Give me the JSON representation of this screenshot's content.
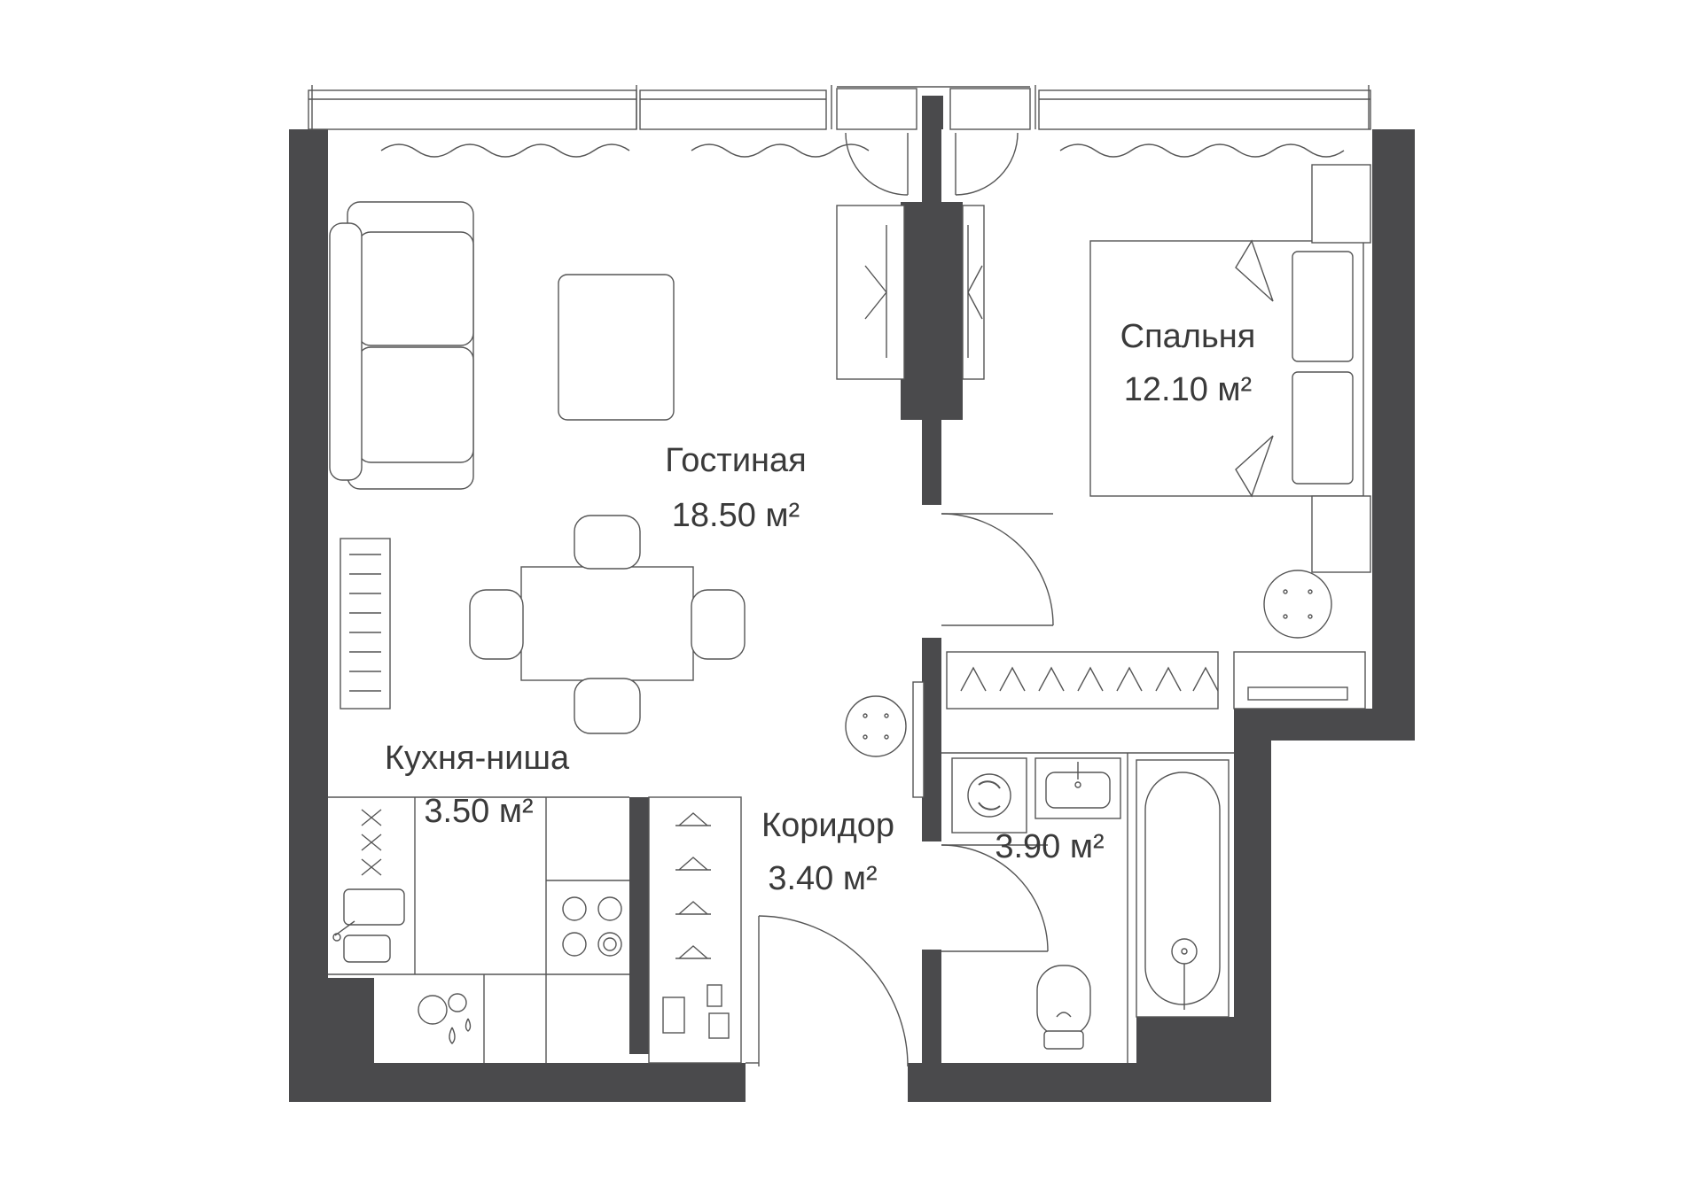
{
  "rooms": {
    "living": {
      "name": "Гостиная",
      "area": "18.50 м²"
    },
    "bedroom": {
      "name": "Спальня",
      "area": "12.10 м²"
    },
    "kitchen": {
      "name": "Кухня-ниша",
      "area": "3.50 м²"
    },
    "corridor": {
      "name": "Коридор",
      "area": "3.40 м²"
    },
    "bathroom": {
      "name": "",
      "area": "3.90 м²"
    }
  },
  "colors": {
    "wall": "#4a4a4c",
    "line": "#555555",
    "background": "#ffffff",
    "text": "#3a3a3a"
  }
}
